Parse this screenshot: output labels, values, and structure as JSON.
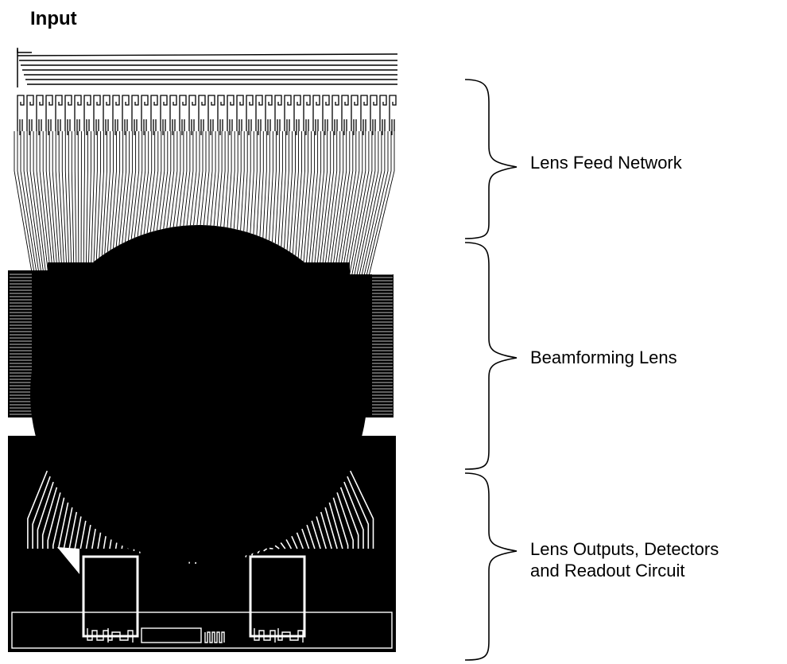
{
  "figure": {
    "input_label": "Input",
    "sections": [
      {
        "id": "feed",
        "label": "Lens Feed Network"
      },
      {
        "id": "lens",
        "label": "Beamforming Lens"
      },
      {
        "id": "outputs",
        "label_lines": [
          "Lens Outputs, Detectors",
          "and Readout Circuit"
        ]
      }
    ]
  },
  "colors": {
    "ink": "#000000",
    "paper": "#ffffff"
  }
}
